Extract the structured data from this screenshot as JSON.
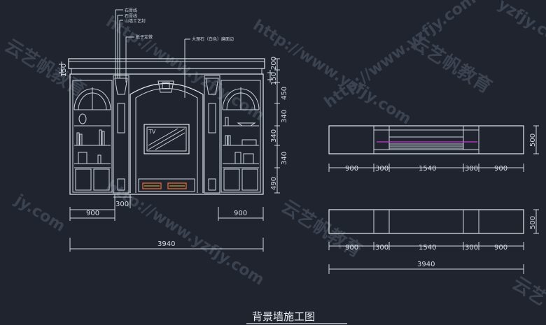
{
  "watermarks": {
    "url": "http://www.yzfjy.com",
    "brand": "云艺帆教育",
    "url_short": "yzfjy.com",
    "url_tail": "jy.com",
    "brand_tail": "云艺"
  },
  "elevation": {
    "callouts": [
      "石膏线",
      "石膏线",
      "山墙工艺封",
      "抵子定做",
      "大理石（白色）磨面边"
    ],
    "tv_label": "TV",
    "right_dims": [
      "200",
      "150",
      "450",
      "340",
      "340",
      "340",
      "490"
    ],
    "left_dim": "150",
    "bottom_dims": {
      "left": "900",
      "mid": "300",
      "right": "900",
      "total": "3940"
    }
  },
  "plan_top": {
    "dims": [
      "900",
      "300",
      "1540",
      "300",
      "900"
    ],
    "side_dim": "500"
  },
  "plan_bottom": {
    "dims": [
      "900",
      "300",
      "1540",
      "300",
      "900"
    ],
    "total": "3940",
    "side_dim": "500"
  },
  "title": "背景墙施工图"
}
